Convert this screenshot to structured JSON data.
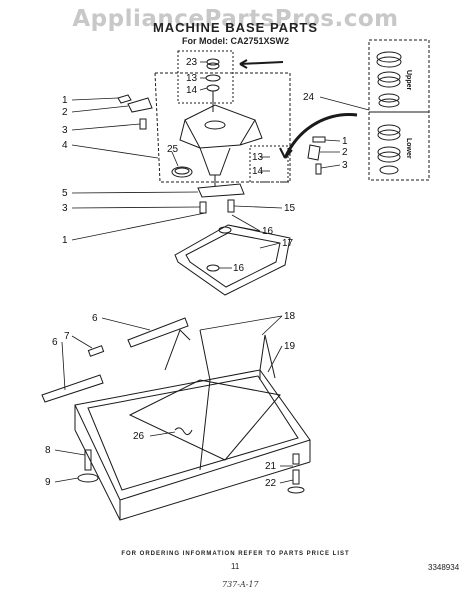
{
  "header": {
    "watermark": "AppliancePartsPros.com",
    "title": "MACHINE BASE PARTS",
    "model": "For Model: CA2751XSW2"
  },
  "callouts": [
    "1",
    "2",
    "3",
    "4",
    "5",
    "3",
    "1",
    "23",
    "13",
    "14",
    "25",
    "13",
    "14",
    "1",
    "2",
    "3",
    "15",
    "16",
    "17",
    "16",
    "24",
    "6",
    "7",
    "6",
    "18",
    "19",
    "26",
    "8",
    "9",
    "21",
    "22"
  ],
  "inset": {
    "upper_label": "Upper",
    "lower_label": "Lower"
  },
  "footer": {
    "ordering_note": "FOR ORDERING INFORMATION REFER TO PARTS PRICE LIST",
    "page_number": "11",
    "doc_number": "3348934",
    "handwritten_note": "737-A-17"
  }
}
